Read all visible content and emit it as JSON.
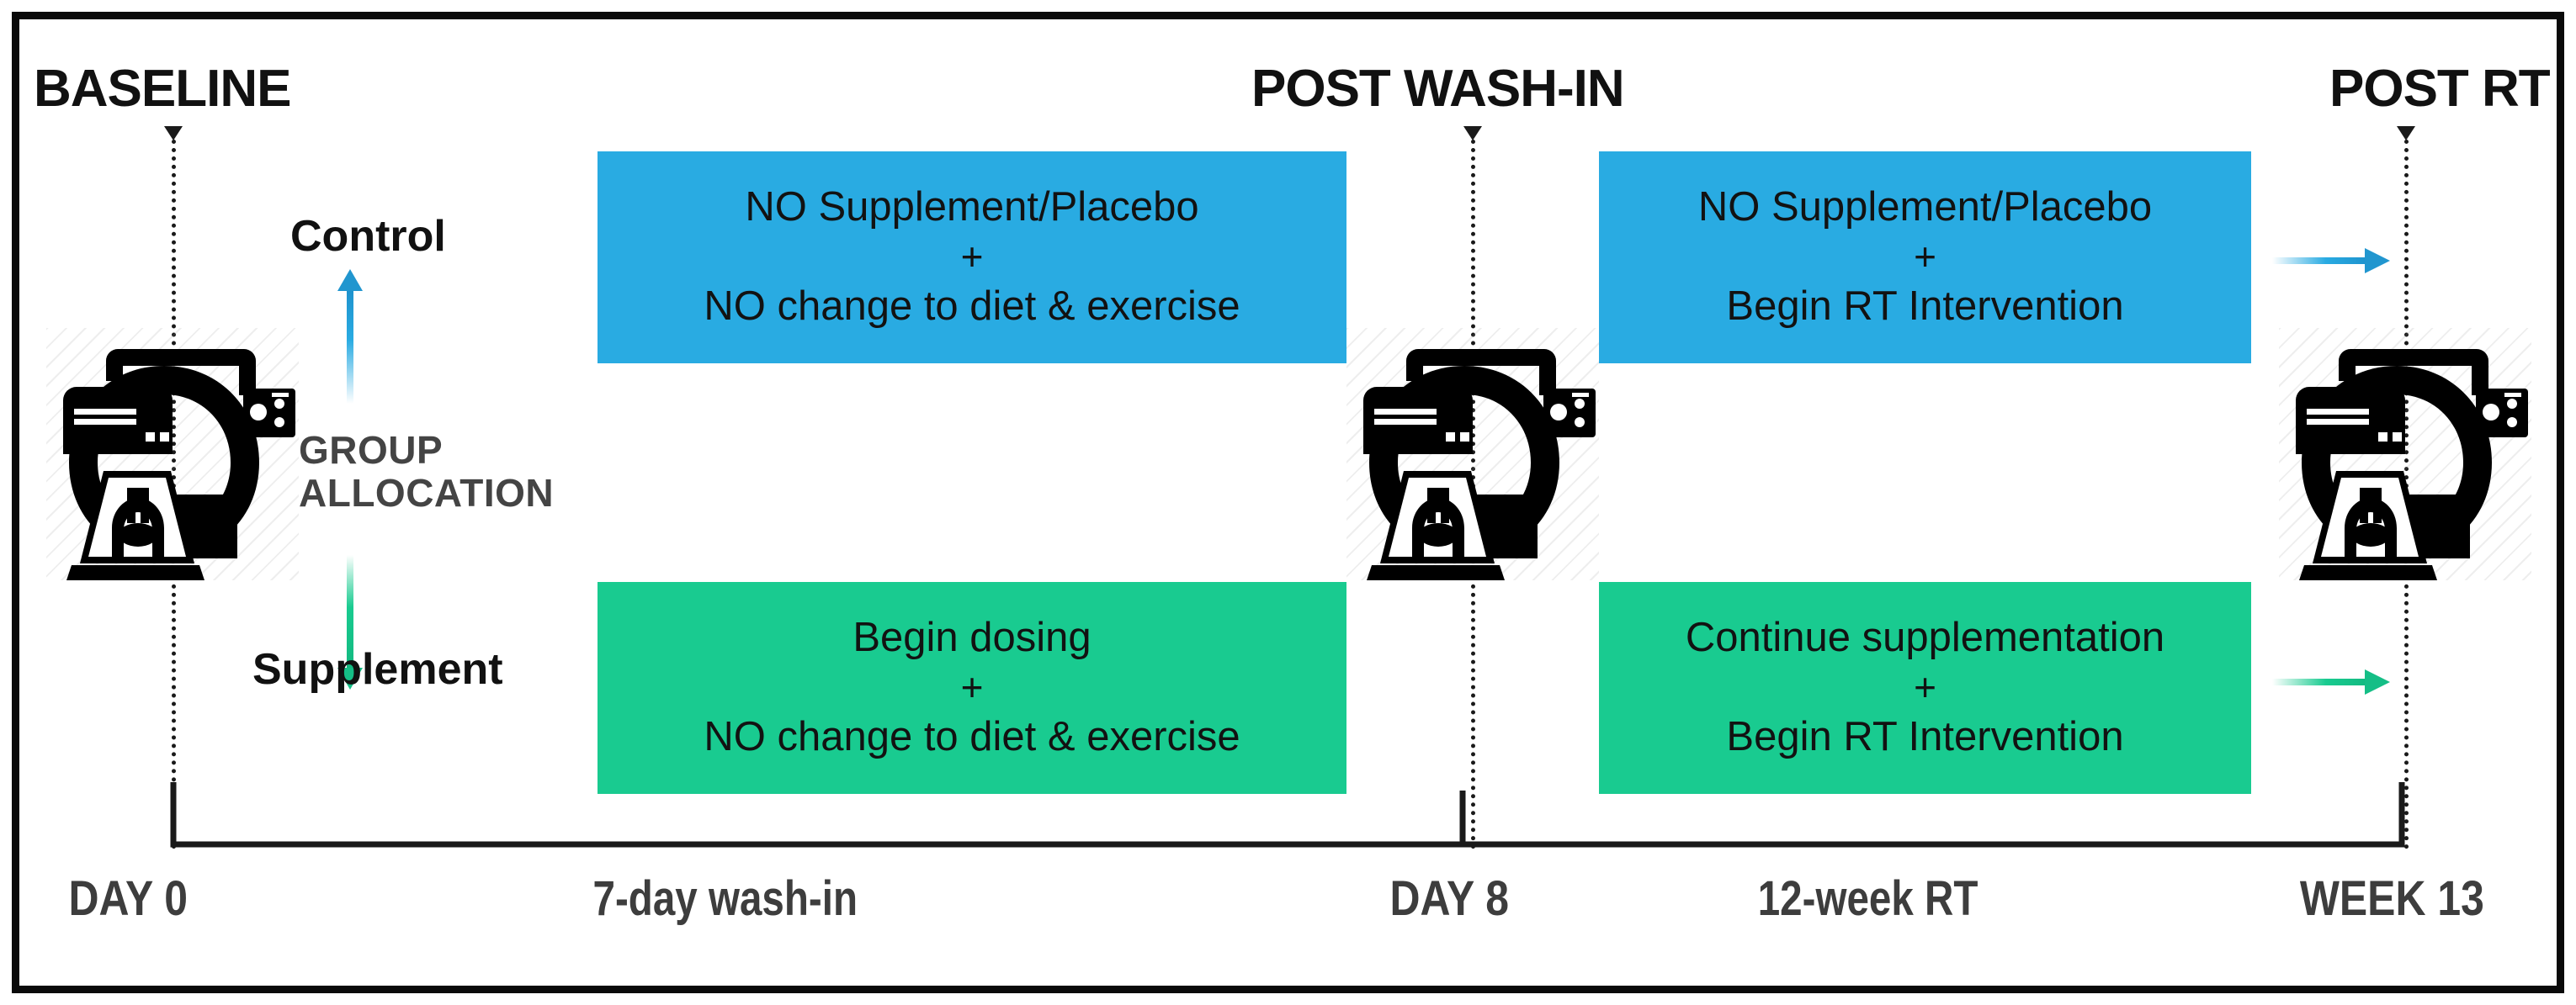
{
  "figure": {
    "title": "Randomized controlled trial study design timeline",
    "colors": {
      "control_blue": "#29ABE2",
      "supplement_green": "#19CB90",
      "frame_black": "#0A0A0A",
      "label_gray": "#3D3D3D",
      "alloc_gray": "#444444"
    }
  },
  "timepoints": [
    {
      "id": "baseline",
      "label": "BASELINE"
    },
    {
      "id": "post-wash-in",
      "label": "POST WASH-IN"
    },
    {
      "id": "post-rt",
      "label": "POST RT"
    }
  ],
  "allocation": {
    "arm_top_label": "Control",
    "center_label": "GROUP\nALLOCATION",
    "arm_bottom_label": "Supplement"
  },
  "arms": [
    {
      "id": "control",
      "name": "Control",
      "color": "#29ABE2",
      "phases": [
        {
          "id": "control-wash-in",
          "lines": [
            "NO Supplement/Placebo",
            "+",
            "NO change to diet & exercise"
          ]
        },
        {
          "id": "control-rt",
          "lines": [
            "NO Supplement/Placebo",
            "+",
            "Begin RT Intervention"
          ]
        }
      ]
    },
    {
      "id": "supplement",
      "name": "Supplement",
      "color": "#19CB90",
      "phases": [
        {
          "id": "supplement-wash-in",
          "lines": [
            "Begin dosing",
            "+",
            "NO change to diet & exercise"
          ]
        },
        {
          "id": "supplement-rt",
          "lines": [
            "Continue supplementation",
            "+",
            "Begin RT Intervention"
          ]
        }
      ]
    }
  ],
  "timeline": {
    "ticks": [
      {
        "id": "day-0",
        "label": "DAY 0"
      },
      {
        "id": "day-8",
        "label": "DAY 8"
      },
      {
        "id": "week-13",
        "label": "WEEK 13"
      }
    ],
    "spans": [
      {
        "id": "wash-in-span",
        "label": "7-day wash-in"
      },
      {
        "id": "rt-span",
        "label": "12-week RT"
      }
    ]
  },
  "icons": {
    "mri_scanner": "mri-scanner-icon",
    "arrow_up": "arrow-up-icon",
    "arrow_down": "arrow-down-icon",
    "arrow_right": "arrow-right-icon",
    "marker_down": "marker-down-icon"
  }
}
